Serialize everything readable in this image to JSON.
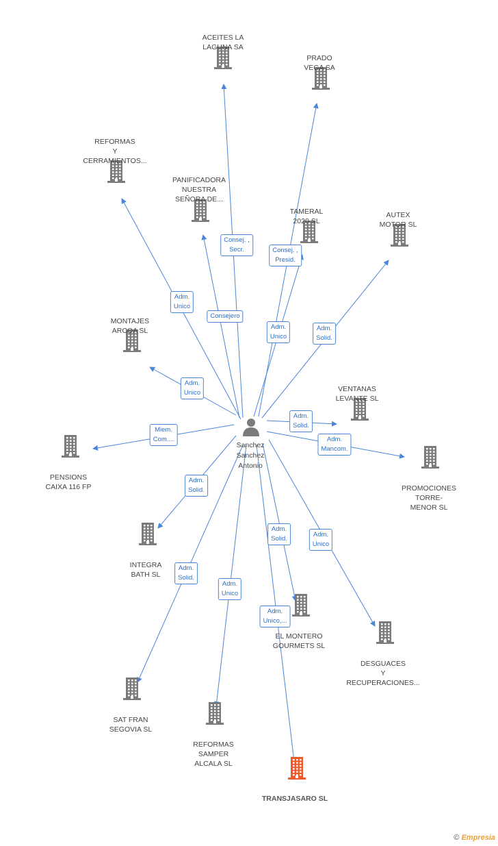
{
  "person": {
    "name": "Sanchez\nSanchez\nAntonio"
  },
  "companies": [
    {
      "id": "aceites",
      "name": "ACEITES LA\nLAGUNA SA",
      "highlight": false
    },
    {
      "id": "prado",
      "name": "PRADO\nVEGA SA",
      "highlight": false
    },
    {
      "id": "reformas_cerr",
      "name": "REFORMAS\nY\nCERRAMIENTOS...",
      "highlight": false
    },
    {
      "id": "panificadora",
      "name": "PANIFICADORA\nNUESTRA\nSEÑORA DE...",
      "highlight": false
    },
    {
      "id": "tameral",
      "name": "TAMERAL\n2020 SL",
      "highlight": false
    },
    {
      "id": "autex",
      "name": "AUTEX\nMOTOR SL",
      "highlight": false
    },
    {
      "id": "montajes",
      "name": "MONTAJES\nARCOA SL",
      "highlight": false
    },
    {
      "id": "ventanas",
      "name": "VENTANAS\nLEVANTE SL",
      "highlight": false
    },
    {
      "id": "pensions",
      "name": "PENSIONS\nCAIXA 116 FP",
      "highlight": false
    },
    {
      "id": "promociones",
      "name": "PROMOCIONES\nTORRE-\nMENOR SL",
      "highlight": false
    },
    {
      "id": "integra",
      "name": "INTEGRA\nBATH SL",
      "highlight": false
    },
    {
      "id": "montero",
      "name": "EL MONTERO\nGOURMETS SL",
      "highlight": false
    },
    {
      "id": "desguaces",
      "name": "DESGUACES\nY\nRECUPERACIONES...",
      "highlight": false
    },
    {
      "id": "satfran",
      "name": "SAT FRAN\nSEGOVIA SL",
      "highlight": false
    },
    {
      "id": "reformas_samper",
      "name": "REFORMAS\nSAMPER\nALCALA SL",
      "highlight": false
    },
    {
      "id": "transjasaro",
      "name": "TRANSJASARO SL",
      "highlight": true
    }
  ],
  "relations": [
    {
      "target": "aceites",
      "label": "Consej. ,\nSecr."
    },
    {
      "target": "prado",
      "label": "Consej. ,\nPresid."
    },
    {
      "target": "reformas_cerr",
      "label": "Adm.\nUnico"
    },
    {
      "target": "panificadora",
      "label": "Consejero"
    },
    {
      "target": "tameral",
      "label": "Adm.\nUnico"
    },
    {
      "target": "autex",
      "label": "Adm.\nSolid."
    },
    {
      "target": "montajes",
      "label": "Adm.\nUnico"
    },
    {
      "target": "ventanas",
      "label": "Adm.\nSolid."
    },
    {
      "target": "pensions",
      "label": "Miem.\nCom...."
    },
    {
      "target": "promociones",
      "label": "Adm.\nMancom."
    },
    {
      "target": "integra",
      "label": "Adm.\nSolid."
    },
    {
      "target": "montero",
      "label": "Adm.\nSolid."
    },
    {
      "target": "desguaces",
      "label": "Adm.\nUnico"
    },
    {
      "target": "satfran",
      "label": "Adm.\nSolid."
    },
    {
      "target": "reformas_samper",
      "label": "Adm.\nUnico"
    },
    {
      "target": "transjasaro",
      "label": "Adm.\nUnico,..."
    }
  ],
  "colors": {
    "edge": "#4a86d8",
    "building": "#7b7b7b",
    "highlight": "#f05a28"
  },
  "footer": {
    "copyright": "©",
    "brand": "Empresia"
  }
}
